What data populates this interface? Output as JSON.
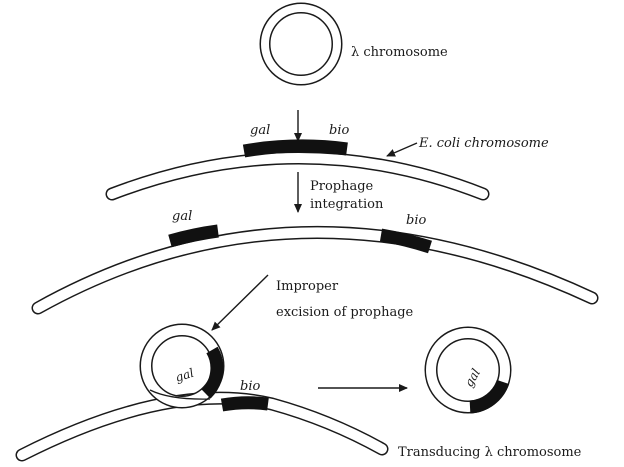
{
  "labels": {
    "lambda_chromosome": "λ chromosome",
    "ecoli_chromosome": "E. coli chromosome",
    "gal": "gal",
    "bio": "bio",
    "step1_line1": "Prophage",
    "step1_line2": "integration",
    "step2_line1": "Improper",
    "step2_line2": "excision of prophage",
    "result": "Transducing λ chromosome"
  },
  "colors": {
    "ink": "#1a1a1a",
    "marker": "#111111",
    "background": "#ffffff"
  }
}
